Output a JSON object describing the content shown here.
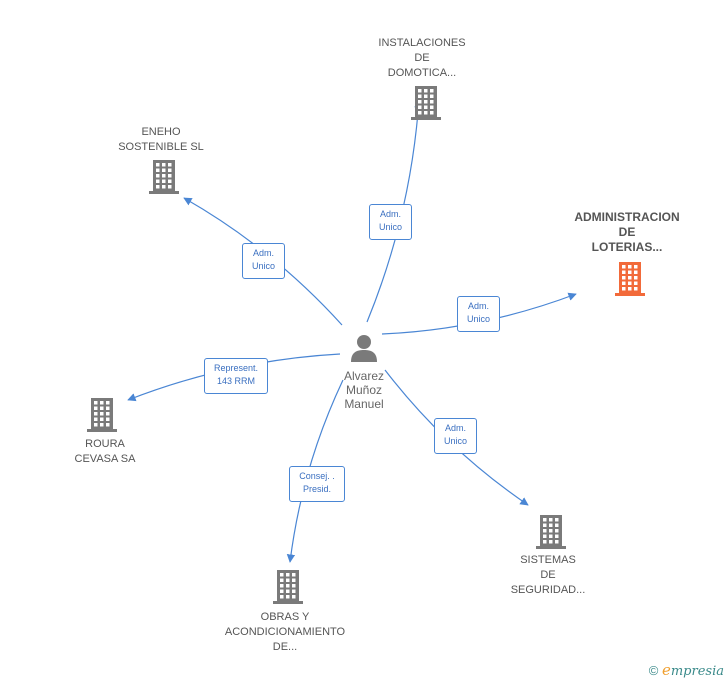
{
  "colors": {
    "edge": "#4a86d4",
    "building": "#7a7a7a",
    "building_highlight": "#f26a3a",
    "person": "#7a7a7a"
  },
  "center": {
    "name": "Alvarez\nMuñoz\nManuel",
    "icon": "person-icon"
  },
  "nodes": [
    {
      "id": "instalaciones",
      "label": "INSTALACIONES\nDE\nDOMOTICA...",
      "icon": "building-icon",
      "highlight": false
    },
    {
      "id": "eneho",
      "label": "ENEHO\nSOSTENIBLE  SL",
      "icon": "building-icon",
      "highlight": false
    },
    {
      "id": "administracion",
      "label": "ADMINISTRACION\nDE\nLOTERIAS...",
      "icon": "building-icon",
      "highlight": true
    },
    {
      "id": "roura",
      "label": "ROURA\nCEVASA SA",
      "icon": "building-icon",
      "highlight": false
    },
    {
      "id": "obras",
      "label": "OBRAS Y\nACONDICIONAMIENTO\nDE...",
      "icon": "building-icon",
      "highlight": false
    },
    {
      "id": "sistemas",
      "label": "SISTEMAS\nDE\nSEGURIDAD...",
      "icon": "building-icon",
      "highlight": false
    }
  ],
  "edges": [
    {
      "to": "instalaciones",
      "label": "Adm.\nUnico"
    },
    {
      "to": "eneho",
      "label": "Adm.\nUnico"
    },
    {
      "to": "administracion",
      "label": "Adm.\nUnico"
    },
    {
      "to": "roura",
      "label": "Represent.\n143 RRM"
    },
    {
      "to": "obras",
      "label": "Consej. .\nPresid."
    },
    {
      "to": "sistemas",
      "label": "Adm.\nUnico"
    }
  ],
  "footer": {
    "copyright": "©",
    "brand_initial": "e",
    "brand_rest": "mpresia"
  }
}
